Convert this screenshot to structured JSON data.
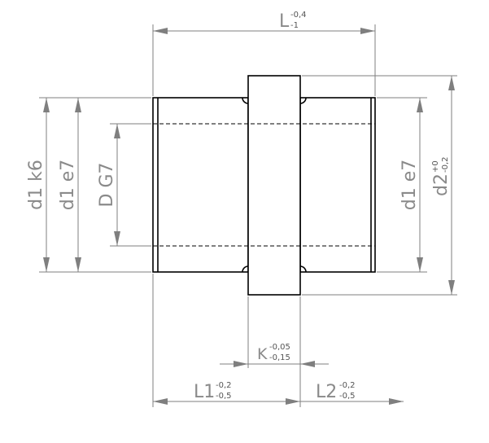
{
  "drawing": {
    "colors": {
      "outline": "#000000",
      "dimension": "#7f7f7f",
      "text": "#8a8a8a",
      "background": "#ffffff"
    },
    "labels": {
      "L": {
        "base": "L",
        "upper": "-0,4",
        "lower": "-1"
      },
      "d1_k6": "d1 k6",
      "d1_e7_left": "d1 e7",
      "D_G7": "D G7",
      "d1_e7_right": "d1 e7",
      "d2": {
        "base": "d2",
        "upper": "+0",
        "lower": "-0,2"
      },
      "K": {
        "base": "K",
        "upper": "-0,05",
        "lower": "-0,15"
      },
      "L1": {
        "base": "L1",
        "upper": "-0,2",
        "lower": "-0,5"
      },
      "L2": {
        "base": "L2",
        "upper": "-0,2",
        "lower": "-0,5"
      }
    }
  }
}
